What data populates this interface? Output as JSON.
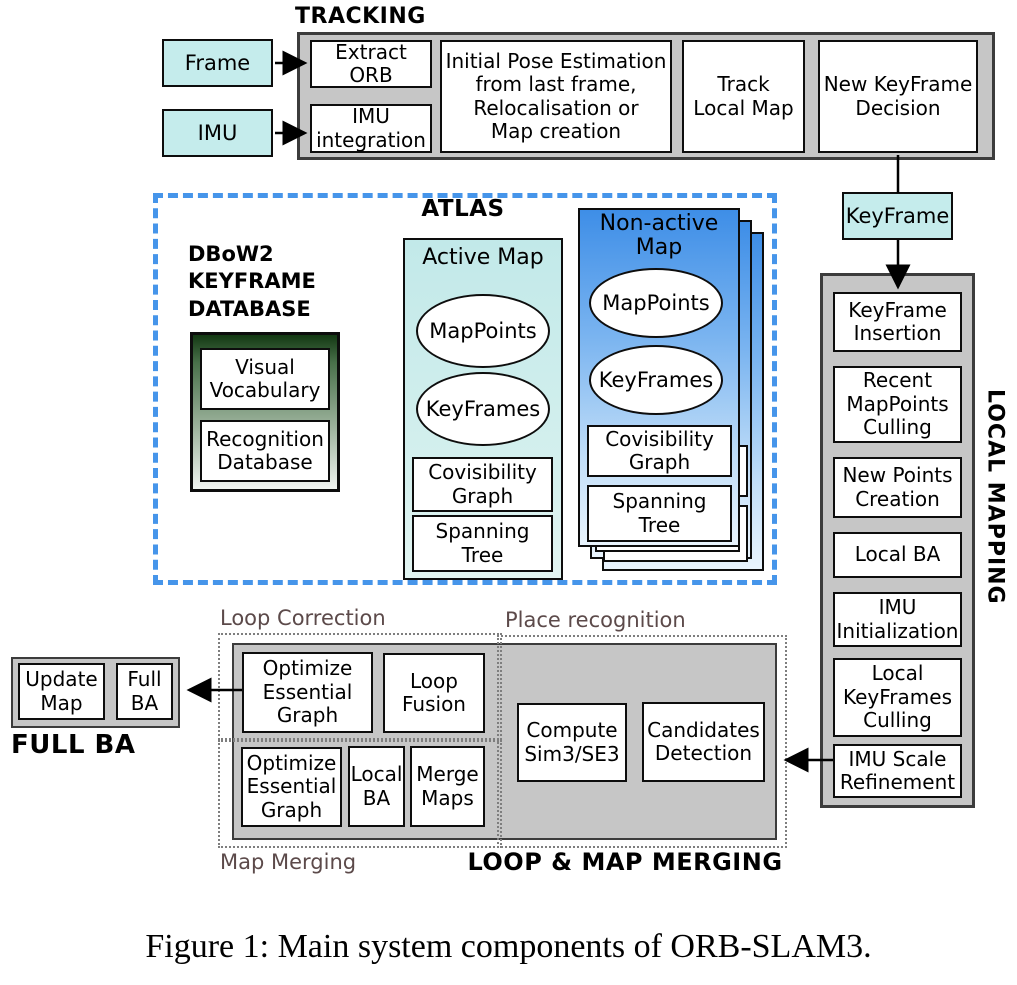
{
  "tracking": {
    "title": "TRACKING",
    "frame_input": "Frame",
    "imu_input": "IMU",
    "extract_orb": "Extract\nORB",
    "imu_integration": "IMU\nintegration",
    "initial_pose": "Initial Pose Estimation\nfrom last frame,\nRelocalisation or\nMap creation",
    "track_local_map": "Track\nLocal Map",
    "new_keyframe_decision": "New KeyFrame\nDecision"
  },
  "keyframe_label": "KeyFrame",
  "atlas": {
    "title": "ATLAS",
    "dbow2_title": "DBoW2\nKEYFRAME\nDATABASE",
    "visual_vocabulary": "Visual\nVocabulary",
    "recognition_database": "Recognition\nDatabase",
    "active_map": {
      "title": "Active Map",
      "mappoints": "MapPoints",
      "keyframes": "KeyFrames",
      "covisibility_graph": "Covisibility\nGraph",
      "spanning_tree": "Spanning\nTree"
    },
    "non_active_map": {
      "title": "Non-active\nMap",
      "mappoints": "MapPoints",
      "keyframes": "KeyFrames",
      "covisibility_graph": "Covisibility\nGraph",
      "spanning_tree": "Spanning\nTree"
    }
  },
  "local_mapping": {
    "title": "LOCAL MAPPING",
    "steps": [
      "KeyFrame\nInsertion",
      "Recent\nMapPoints\nCulling",
      "New Points\nCreation",
      "Local BA",
      "IMU\nInitialization",
      "Local\nKeyFrames\nCulling",
      "IMU Scale\nRefinement"
    ]
  },
  "loop_map_merging": {
    "title": "LOOP & MAP MERGING",
    "loop_correction_label": "Loop Correction",
    "map_merging_label": "Map Merging",
    "place_recognition_label": "Place recognition",
    "optimize_essential_graph_loop": "Optimize\nEssential\nGraph",
    "loop_fusion": "Loop\nFusion",
    "optimize_essential_graph_merge": "Optimize\nEssential\nGraph",
    "local_ba": "Local\nBA",
    "merge_maps": "Merge\nMaps",
    "compute_sim3": "Compute\nSim3/SE3",
    "candidates_detection": "Candidates\nDetection"
  },
  "full_ba": {
    "title": "FULL BA",
    "update_map": "Update\nMap",
    "full_ba_box": "Full\nBA"
  },
  "caption": "Figure 1: Main system components of ORB-SLAM3.",
  "colors": {
    "container_gray": "#c6c6c6",
    "io_teal": "#c5ecec",
    "atlas_dash_blue": "#4695ea",
    "non_active_blue_top": "#3e8ee7",
    "non_active_blue_bottom": "#e9f4fd",
    "active_map_teal": "#c2e9e9",
    "dbow2_green": "#133913",
    "section_label_brown": "#5c4a4a"
  }
}
